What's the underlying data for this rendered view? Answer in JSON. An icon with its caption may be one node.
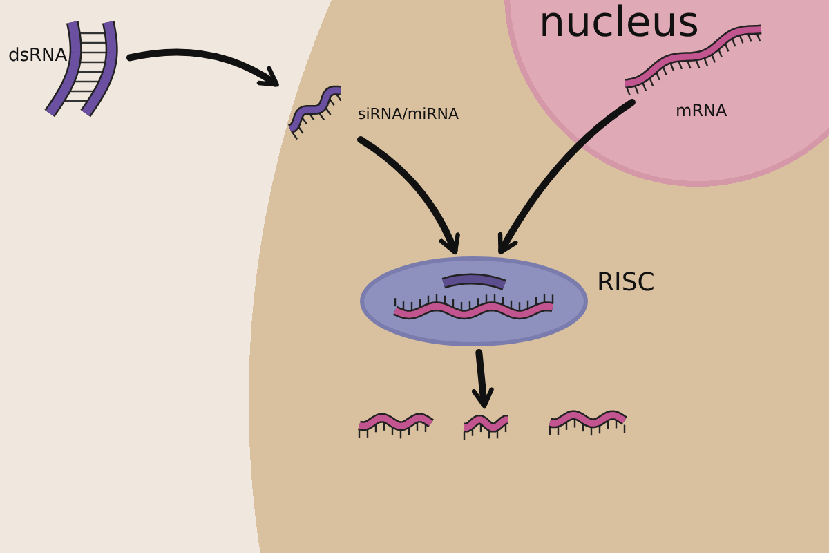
{
  "diagram": {
    "nodes": [
      {
        "text": [],
        "shape": "circle"
      },
      {
        "text": [
          "nucleus"
        ],
        "in": 0
      },
      {
        "text": [],
        "shape": "picture",
        "beside": [
          "dsRNA"
        ]
      },
      {
        "text": [],
        "shape": "picture",
        "in": 0,
        "beside": [
          "siRNA/miRNA"
        ]
      },
      {
        "text": [],
        "shape": "picture",
        "in": 1,
        "beside": [
          "mRNA"
        ]
      },
      {
        "text": [],
        "shape": "picture",
        "in": 0,
        "beside": [
          "RISC"
        ]
      },
      {
        "text": [],
        "shape": "picture",
        "in": 0
      },
      {
        "text": [],
        "shape": "picture",
        "in": 0
      },
      {
        "text": [],
        "shape": "picture",
        "in": 0
      }
    ],
    "edges": [
      {
        "from": 2,
        "to": 3,
        "arrow": "to"
      },
      {
        "from": 3,
        "to": 5,
        "arrow": "to"
      },
      {
        "from": 4,
        "to": 5,
        "arrow": "to"
      },
      {
        "from": 5,
        "to": 7,
        "arrow": "to"
      }
    ]
  }
}
